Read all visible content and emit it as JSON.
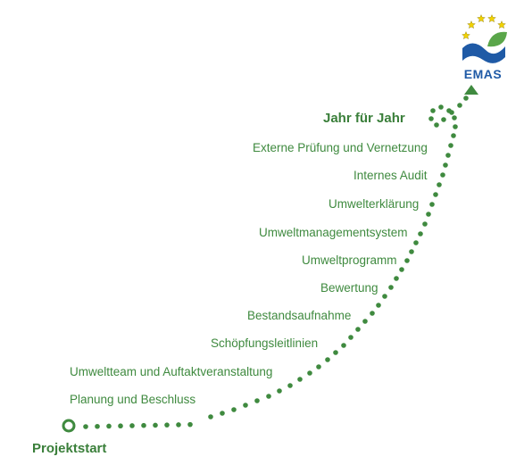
{
  "diagram": {
    "steps": [
      "Projektstart",
      "Planung und Beschluss",
      "Umweltteam und Auftaktveranstaltung",
      "Schöpfungsleitlinien",
      "Bestandsaufnahme",
      "Bewertung",
      "Umweltprogramm",
      "Umweltmanagementsystem",
      "Umwelterklärung",
      "Internes Audit",
      "Externe Prüfung und Vernetzung",
      "Jahr für Jahr"
    ],
    "logo_text": "EMAS"
  },
  "colors": {
    "path": "#3f8a3f",
    "logo_blue": "#1f5aa6",
    "logo_green": "#5aa64a",
    "star": "#f2d200"
  },
  "icons": {
    "start_marker": "ring-icon",
    "end_marker": "arrow-up-icon",
    "logo": "emas-logo-icon"
  }
}
